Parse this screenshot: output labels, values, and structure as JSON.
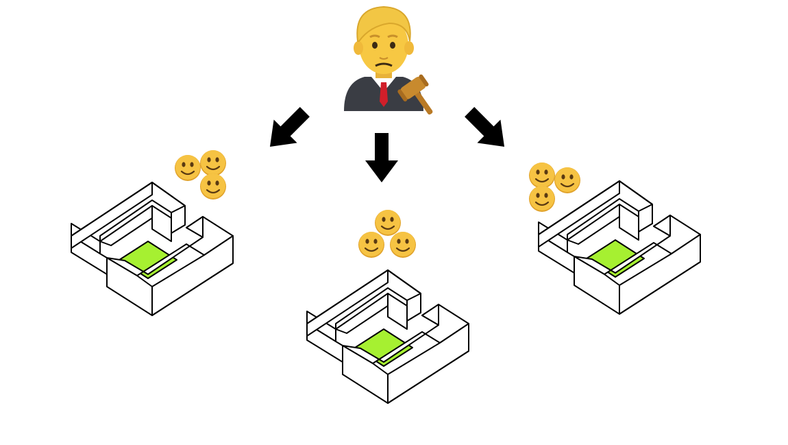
{
  "figure": {
    "nodes": {
      "judge": {
        "icon": "judge-with-gavel-icon"
      },
      "arenas": [
        {
          "id": "left",
          "icon": "isometric-arena-icon",
          "audience": [
            "smiley-face-icon",
            "smiley-face-icon",
            "smiley-face-icon"
          ]
        },
        {
          "id": "center",
          "icon": "isometric-arena-icon",
          "audience": [
            "smiley-face-icon",
            "smiley-face-icon",
            "smiley-face-icon"
          ]
        },
        {
          "id": "right",
          "icon": "isometric-arena-icon",
          "audience": [
            "smiley-face-icon",
            "smiley-face-icon",
            "smiley-face-icon"
          ]
        }
      ]
    },
    "edges": [
      {
        "from": "judge",
        "to": "left",
        "icon": "arrow-down-left-icon"
      },
      {
        "from": "judge",
        "to": "center",
        "icon": "arrow-down-icon"
      },
      {
        "from": "judge",
        "to": "right",
        "icon": "arrow-down-right-icon"
      }
    ],
    "colors": {
      "arrow": "#000000",
      "arena_floor": "#a6f031",
      "arena_wall": "#ffffff",
      "arena_stroke": "#000000",
      "smiley_face": "#f6c343",
      "smiley_shadow": "#e0a22a",
      "smiley_features": "#5a3a12",
      "judge_skin": "#f7c843",
      "judge_hair": "#f0c040",
      "judge_robe": "#3a3d44",
      "judge_tie": "#d11f2a",
      "gavel": "#c88a2e"
    }
  }
}
